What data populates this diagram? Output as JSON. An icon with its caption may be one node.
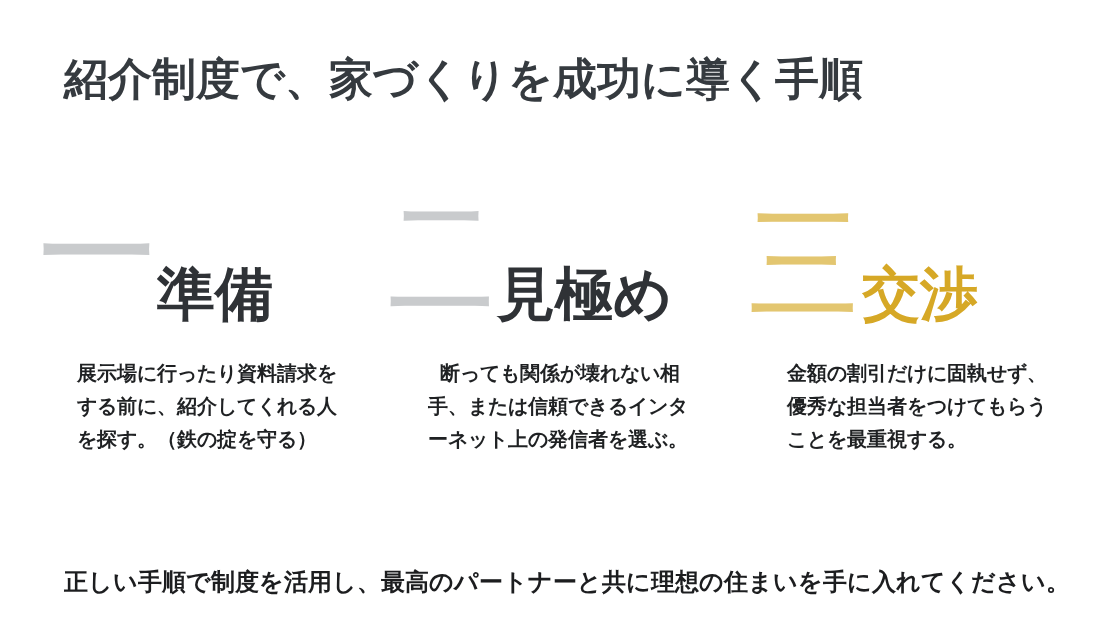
{
  "diagram": {
    "title": "紹介制度で、家づくりを成功に導く手順",
    "labels": [
      "一",
      "準備",
      "展示場に行ったり資料請求をする前に、紹介してくれる人を探す。（鉄の掟を守る）",
      "二",
      "見極め",
      "断っても関係が壊れない相手、または信頼できるインターネット上の発信者を選ぶ。",
      "三",
      "交渉",
      "金額の割引だけに固執せず、優秀な担当者をつけてもらうことを最重視する。"
    ],
    "caption": "正しい手順で制度を活用し、最高のパートナーと共に理想の住まいを手に入れてください。"
  }
}
